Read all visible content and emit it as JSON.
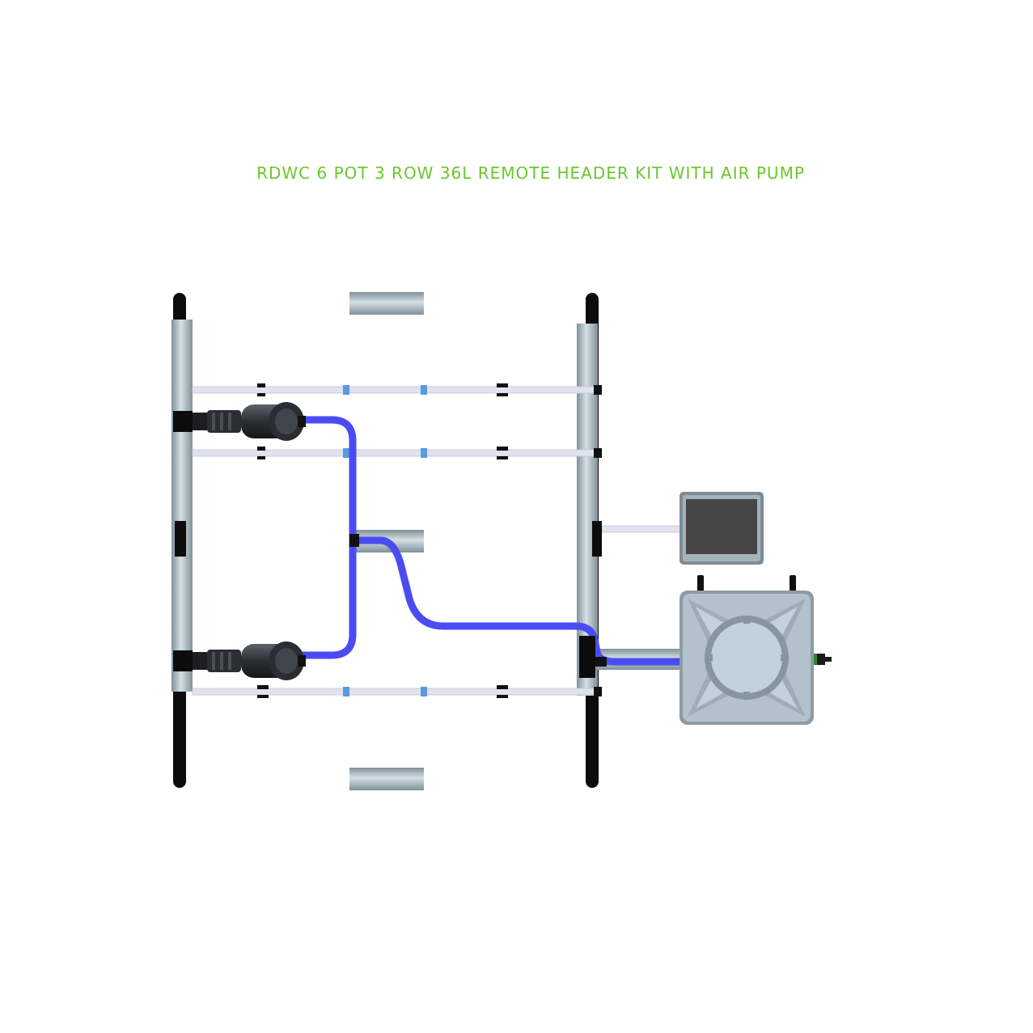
{
  "title": "RDWC 6 POT 3 ROW 36L REMOTE HEADER KIT WITH AIR PUMP",
  "colors": {
    "title": "#6cc72b",
    "pot_body": "#a9b7c4",
    "pot_edge": "#7f8c98",
    "lid": "#4a5158",
    "pipe": "#a8b8c0",
    "water_hose": "#4a4cf2",
    "air_line": "#e0e2ee",
    "fitting": "#111111",
    "air_pump": "#454545",
    "accent_connector": "#2a8a2a"
  },
  "diagram": {
    "pots": [
      {
        "id": "pot-1",
        "row": 1,
        "col": 1
      },
      {
        "id": "pot-2",
        "row": 1,
        "col": 2
      },
      {
        "id": "pot-3",
        "row": 2,
        "col": 1
      },
      {
        "id": "pot-4",
        "row": 2,
        "col": 2
      },
      {
        "id": "pot-5",
        "row": 3,
        "col": 1
      },
      {
        "id": "pot-6",
        "row": 3,
        "col": 2
      }
    ],
    "pumps": [
      {
        "id": "water-pump-1"
      },
      {
        "id": "water-pump-2"
      }
    ],
    "components": [
      "air-pump",
      "remote-header-tank"
    ]
  }
}
